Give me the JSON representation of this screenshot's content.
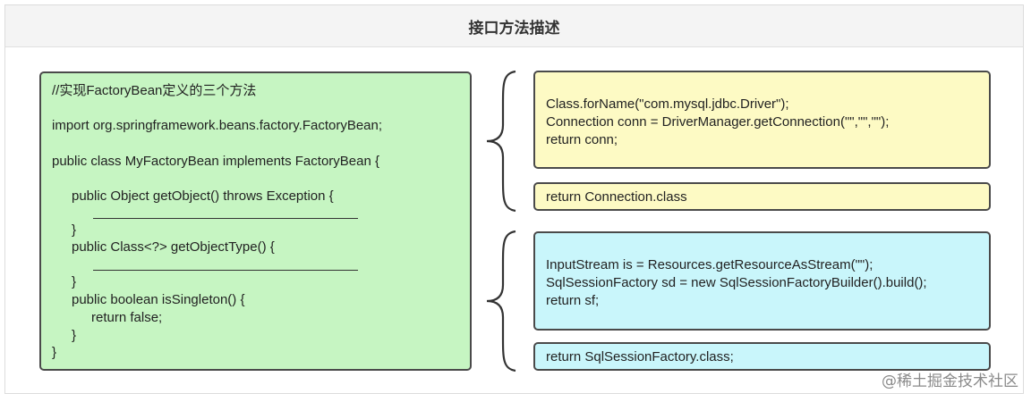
{
  "header": {
    "title": "接口方法描述"
  },
  "left_code": {
    "lines": [
      "//实现FactoryBean定义的三个方法",
      "import org.springframework.beans.factory.FactoryBean;",
      "public class MyFactoryBean implements FactoryBean {",
      "public Object getObject() throws Exception {",
      "}",
      "public Class<?> getObjectType() {",
      "}",
      "public boolean isSingleton() {",
      "return false;",
      "}",
      "}"
    ]
  },
  "right_boxes": {
    "get_object_jdbc": [
      "Class.forName(\"com.mysql.jdbc.Driver\");",
      "Connection conn = DriverManager.getConnection(\"\",\"\",\"\");",
      "return conn;"
    ],
    "get_type_jdbc": "return Connection.class",
    "get_object_mybatis": [
      "InputStream is = Resources.getResourceAsStream(\"\");",
      "SqlSessionFactory sd = new SqlSessionFactoryBuilder().build();",
      "return sf;"
    ],
    "get_type_mybatis": "return SqlSessionFactory.class;"
  },
  "watermark": "@稀土掘金技术社区",
  "colors": {
    "green": "#c6f5c2",
    "yellow": "#fdfac4",
    "cyan": "#c9f6fb",
    "border": "#4a4a4a"
  }
}
